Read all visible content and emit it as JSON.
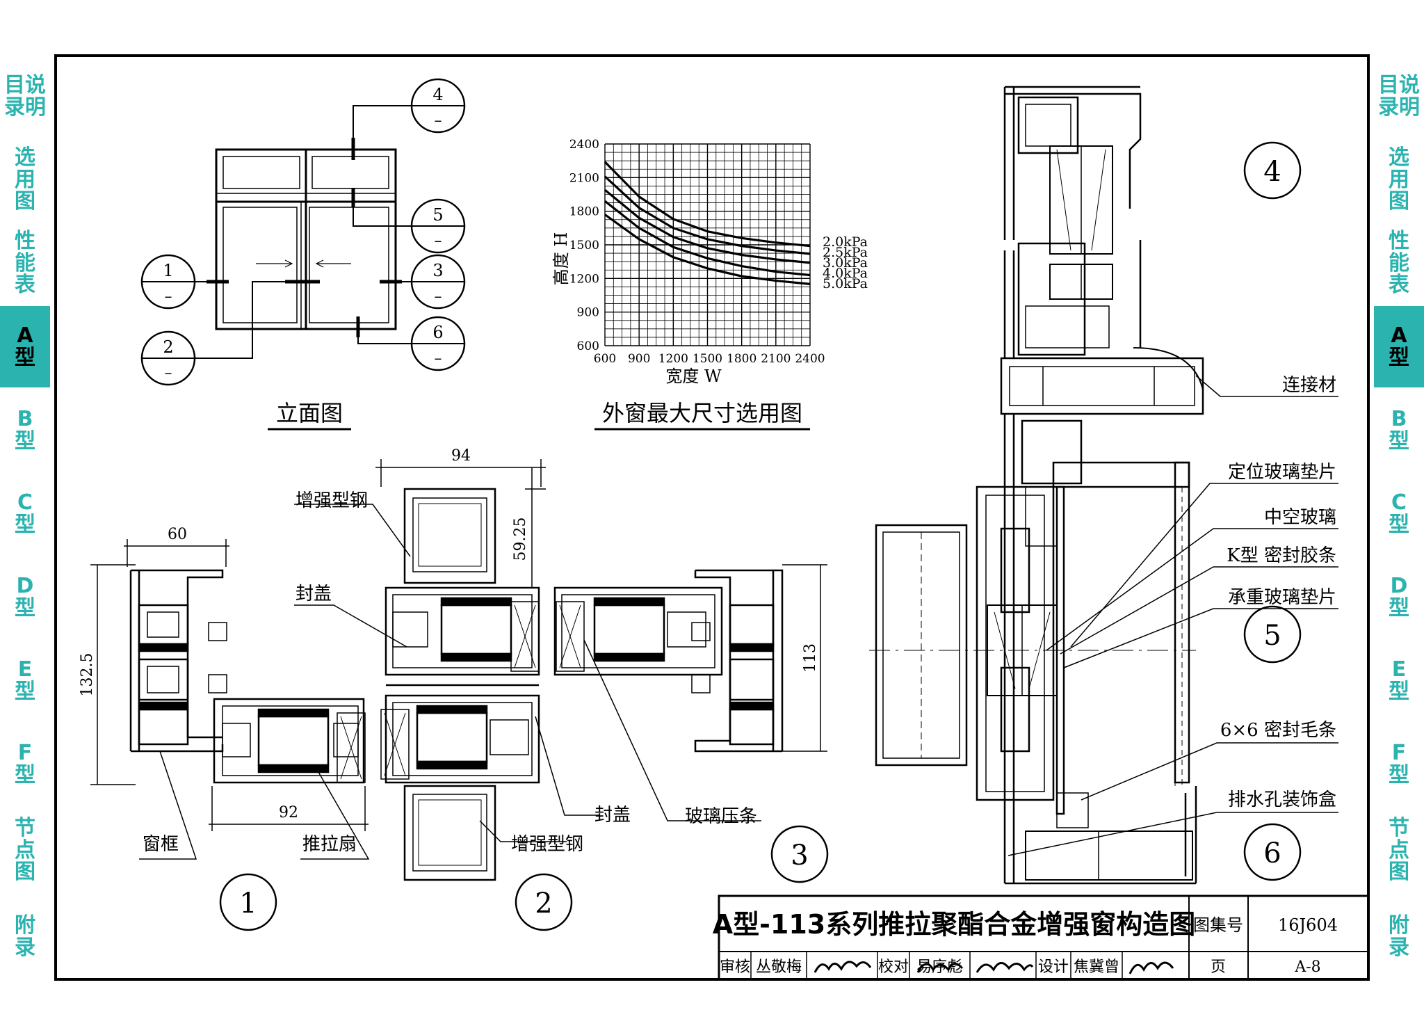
{
  "side_tabs": [
    {
      "label": "目说\n录明",
      "active": false
    },
    {
      "label": "选\n用\n图",
      "active": false
    },
    {
      "label": "性\n能\n表",
      "active": false
    },
    {
      "label": "A\n型",
      "active": true
    },
    {
      "label": "B\n型",
      "active": false
    },
    {
      "label": "C\n型",
      "active": false
    },
    {
      "label": "D\n型",
      "active": false
    },
    {
      "label": "E\n型",
      "active": false
    },
    {
      "label": "F\n型",
      "active": false
    },
    {
      "label": "节\n点\n图",
      "active": false
    },
    {
      "label": "附\n录",
      "active": false
    }
  ],
  "colors": {
    "accent": "#2bb3b0",
    "line": "#000000"
  },
  "elevation": {
    "title": "立面图",
    "callouts": [
      {
        "num": "4",
        "sub": "–"
      },
      {
        "num": "5",
        "sub": "–"
      },
      {
        "num": "1",
        "sub": "–"
      },
      {
        "num": "3",
        "sub": "–"
      },
      {
        "num": "2",
        "sub": "–"
      },
      {
        "num": "6",
        "sub": "–"
      }
    ]
  },
  "size_chart": {
    "title": "外窗最大尺寸选用图",
    "ylabel": "高度 H",
    "xlabel": "宽度 W",
    "xticks": [
      "600",
      "900",
      "1200",
      "1500",
      "1800",
      "2100",
      "2400"
    ],
    "yticks": [
      "2400",
      "2100",
      "1800",
      "1500",
      "1200",
      "900",
      "600"
    ],
    "series_labels": [
      "2.0kPa",
      "2.5kPa",
      "3.0kPa",
      "4.0kPa",
      "5.0kPa"
    ]
  },
  "chart_data": {
    "type": "line",
    "title": "外窗最大尺寸选用图",
    "xlabel": "宽度 W",
    "ylabel": "高度 H",
    "xlim": [
      600,
      2400
    ],
    "ylim": [
      600,
      2400
    ],
    "grid": true,
    "series": [
      {
        "name": "2.0kPa",
        "x": [
          600,
          900,
          1200,
          1500,
          1800,
          2100,
          2400
        ],
        "y": [
          2240,
          1930,
          1730,
          1620,
          1560,
          1520,
          1490
        ]
      },
      {
        "name": "2.5kPa",
        "x": [
          600,
          900,
          1200,
          1500,
          1800,
          2100,
          2400
        ],
        "y": [
          2110,
          1830,
          1650,
          1550,
          1490,
          1450,
          1420
        ]
      },
      {
        "name": "3.0kPa",
        "x": [
          600,
          900,
          1200,
          1500,
          1800,
          2100,
          2400
        ],
        "y": [
          1990,
          1740,
          1570,
          1470,
          1410,
          1370,
          1340
        ]
      },
      {
        "name": "4.0kPa",
        "x": [
          600,
          900,
          1200,
          1500,
          1800,
          2100,
          2400
        ],
        "y": [
          1890,
          1650,
          1480,
          1380,
          1310,
          1260,
          1230
        ]
      },
      {
        "name": "5.0kPa",
        "x": [
          600,
          900,
          1200,
          1500,
          1800,
          2100,
          2400
        ],
        "y": [
          1770,
          1550,
          1390,
          1290,
          1220,
          1180,
          1150
        ]
      }
    ]
  },
  "section": {
    "dims": {
      "d60": "60",
      "d1325": "132.5",
      "d92": "92",
      "d94": "94",
      "d5925": "59.25",
      "d113": "113"
    },
    "labels": {
      "steel_top": "增强型钢",
      "cap_left": "封盖",
      "frame": "窗框",
      "sash": "推拉扇",
      "cap_right": "封盖",
      "steel_bottom": "增强型钢",
      "bead": "玻璃压条"
    },
    "node_numbers": [
      "1",
      "2",
      "3"
    ]
  },
  "vertical": {
    "labels": [
      "连接材",
      "定位玻璃垫片",
      "中空玻璃",
      "K型 密封胶条",
      "承重玻璃垫片",
      "6×6 密封毛条",
      "排水孔装饰盒"
    ],
    "node_numbers": [
      "4",
      "5",
      "6"
    ]
  },
  "title_block": {
    "title": "A型-113系列推拉聚酯合金增强窗构造图",
    "atlas_label": "图集号",
    "atlas_value": "16J604",
    "page_label": "页",
    "page_value": "A-8",
    "review_label": "审核",
    "review_name": "丛敬梅",
    "check_label": "校对",
    "check_name": "易序彪",
    "design_label": "设计",
    "design_name": "焦冀曾"
  }
}
